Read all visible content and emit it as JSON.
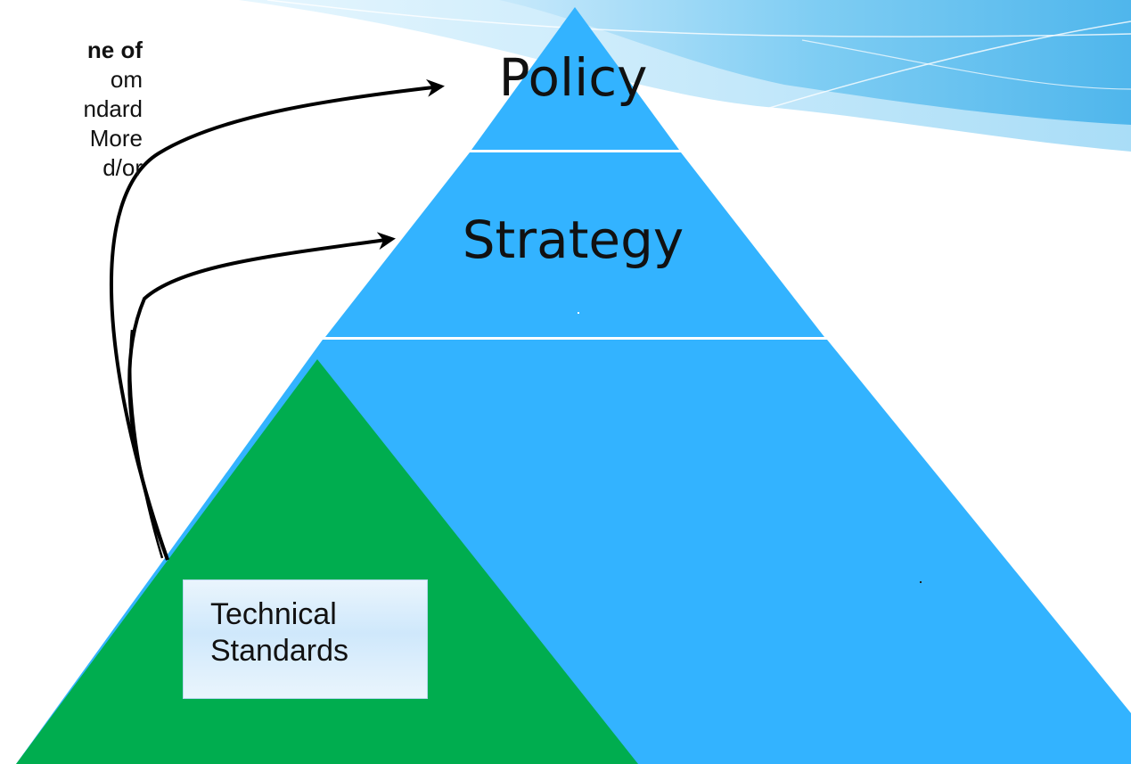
{
  "slide": {
    "left_text": [
      "ne of",
      "om",
      "ndard",
      "More",
      "d/or"
    ],
    "pyramid": {
      "top_label": "Policy",
      "middle_label": "Strategy",
      "technical_label_lines": [
        "Technical",
        "Standards"
      ]
    },
    "colors": {
      "pyramid_blue": "#33b3ff",
      "technical_green": "#00ad4f",
      "arrow": "#000000",
      "divider": "#ffffff"
    }
  }
}
